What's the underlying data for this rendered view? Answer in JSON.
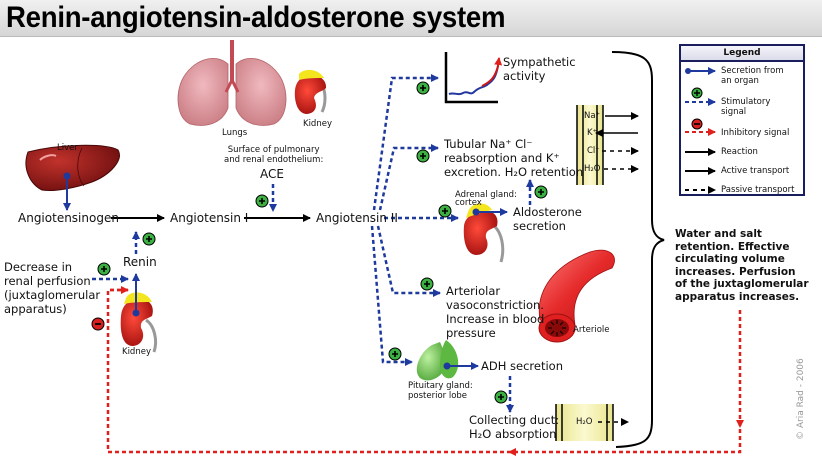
{
  "title": "Renin-angiotensin-aldosterone system",
  "colors": {
    "secretion": "#1f3a9e",
    "stimulatory": "#1f3a9e",
    "inhibitory": "#e0201c",
    "plus_badge": "#3cb043",
    "minus_badge": "#d81e1e",
    "organ_red": "#c41414",
    "lungs": "#d98f96",
    "adrenal_yellow": "#f3e51e",
    "duct_yellow": "#f4f1b0",
    "pituitary_green": "#7ccd5a"
  },
  "organs": {
    "liver": "Liver",
    "lungs": "Lungs",
    "kidney_top": "Kidney",
    "kidney_bottom": "Kidney",
    "adrenal": [
      "Adrenal gland:",
      "cortex"
    ],
    "arteriole": "Arteriole",
    "pituitary": [
      "Pituitary gland:",
      "posterior lobe"
    ]
  },
  "nodes": {
    "angiotensinogen": "Angiotensinogen",
    "angiotensin_1": "Angiotensin I",
    "angiotensin_2": "Angiotensin II",
    "renin": "Renin",
    "ace_surface": [
      "Surface of pulmonary",
      "and renal endothelium:"
    ],
    "ace": "ACE",
    "renal_perfusion": [
      "Decrease in",
      "renal perfusion",
      "(juxtaglomerular",
      "apparatus)"
    ]
  },
  "effects": {
    "sympathetic": [
      "Sympathetic",
      "activity"
    ],
    "tubular": [
      "Tubular Na⁺ Cl⁻",
      "reabsorption and K⁺",
      "excretion. H₂O retention"
    ],
    "aldosterone": [
      "Aldosterone",
      "secretion"
    ],
    "arteriolar": [
      "Arteriolar",
      "vasoconstriction.",
      "Increase in blood",
      "pressure"
    ],
    "adh": "ADH secretion",
    "collecting_duct": [
      "Collecting duct:",
      "H₂O absorption"
    ]
  },
  "tubule_ions": [
    "Na⁺",
    "K⁺",
    "Cl⁻",
    "H₂O"
  ],
  "duct_ion": "H₂O",
  "outcome": [
    "Water and salt",
    "retention. Effective",
    "circulating volume",
    "increases. Perfusion",
    "of the juxtaglomerular",
    "apparatus increases."
  ],
  "legend": {
    "title": "Legend",
    "items": [
      {
        "label": [
          "Secretion from",
          "an organ"
        ],
        "type": "secretion"
      },
      {
        "label": [
          "Stimulatory",
          "signal"
        ],
        "type": "stimulatory"
      },
      {
        "label": [
          "Inhibitory signal"
        ],
        "type": "inhibitory"
      },
      {
        "label": [
          "Reaction"
        ],
        "type": "reaction"
      },
      {
        "label": [
          "Active transport"
        ],
        "type": "active"
      },
      {
        "label": [
          "Passive transport"
        ],
        "type": "passive"
      }
    ]
  },
  "copyright": "© Aria Rad - 2006"
}
